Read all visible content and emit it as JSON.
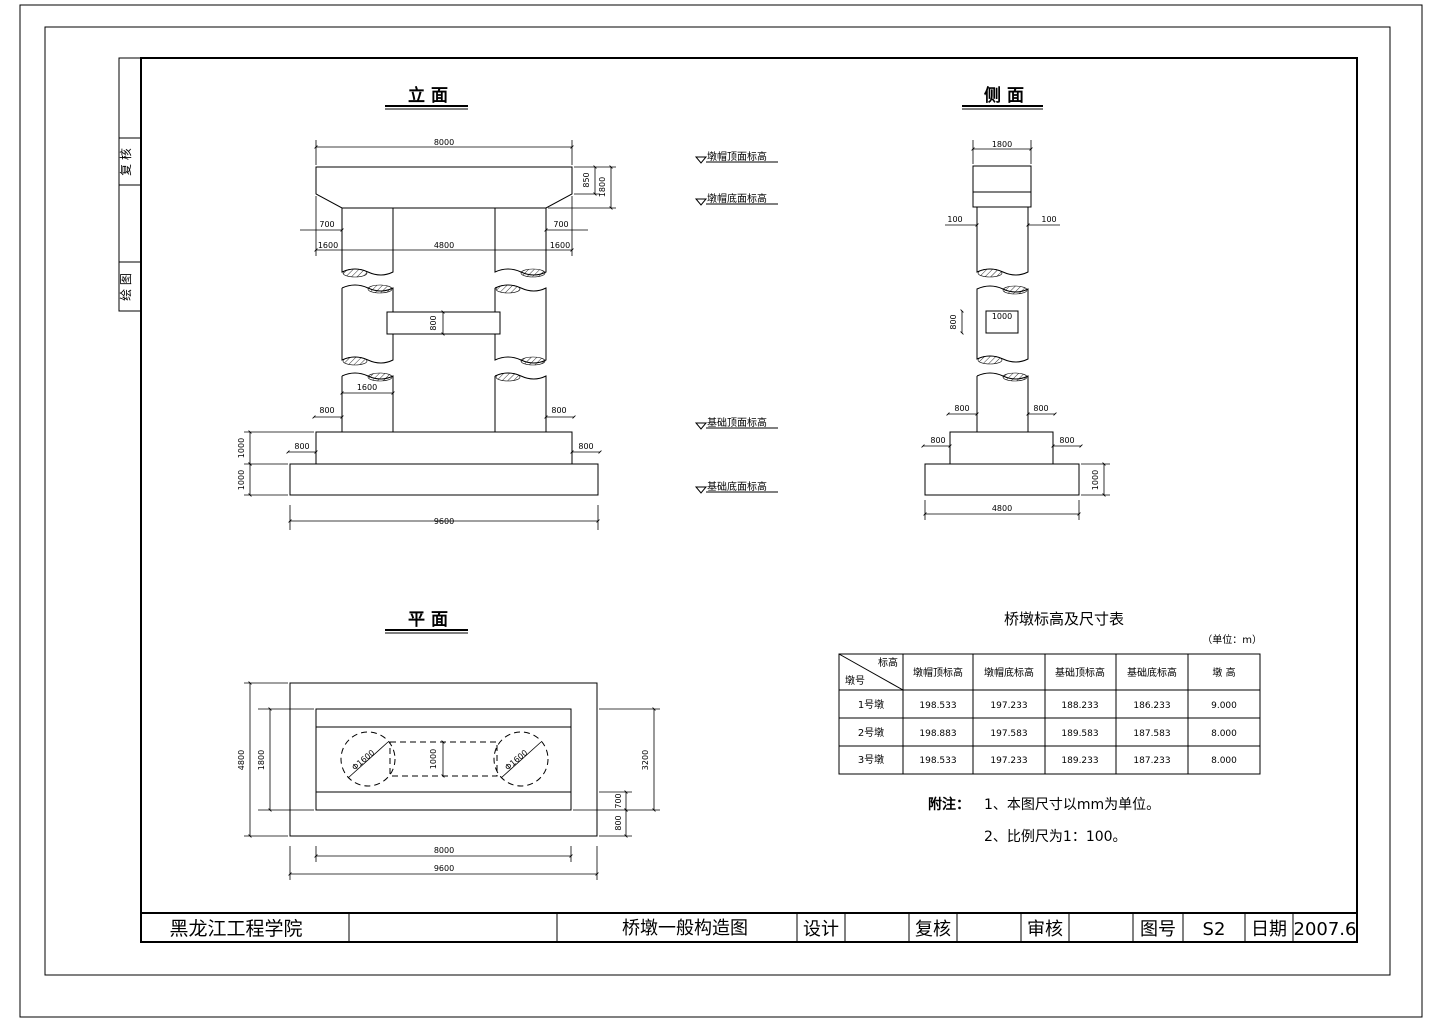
{
  "views": {
    "elevation": "立  面",
    "side": "侧  面",
    "plan": "平  面"
  },
  "side_margin": {
    "check": "复 核",
    "draw": "绘 图"
  },
  "elevation_labels": {
    "cap_top": "墩帽顶面标高",
    "cap_bottom": "墩帽底面标高",
    "found_top": "基础顶面标高",
    "found_bottom": "基础底面标高"
  },
  "elevation_dims": {
    "cap_width": "8000",
    "cap_depth": "850",
    "cap_height": "1800",
    "overhang": "700",
    "side_offset_left": "1600",
    "column_spacing": "4800",
    "side_offset_right": "1600",
    "tie_beam_height": "800",
    "column_width": "1600",
    "footing_step_left": "800",
    "footing_step_right": "800",
    "base_step_left": "800",
    "base_step_right": "800",
    "footing_height_upper": "1000",
    "footing_height_lower": "1000",
    "base_width": "9600"
  },
  "side_dims": {
    "cap_width": "1800",
    "offset_left": "100",
    "offset_right": "100",
    "beam_height": "800",
    "beam_width": "1000",
    "footing_step_left": "800",
    "footing_step_right": "800",
    "base_step_left": "800",
    "base_step_right": "800",
    "base_height": "1000",
    "base_width": "4800"
  },
  "plan_dims": {
    "total_depth": "4800",
    "footing_depth": "1800",
    "right_depth": "3200",
    "step_1": "700",
    "step_2": "800",
    "beam_width": "1000",
    "column_dia_left": "Φ1600",
    "column_dia_right": "Φ1600",
    "inner_width": "8000",
    "outer_width": "9600"
  },
  "table": {
    "title": "桥墩标高及尺寸表",
    "unit": "（单位：m）",
    "corner_top": "标高",
    "corner_bottom": "墩号",
    "headers": [
      "墩帽顶标高",
      "墩帽底标高",
      "基础顶标高",
      "基础底标高",
      "墩  高"
    ],
    "rows": [
      {
        "id": "1号墩",
        "values": [
          "198.533",
          "197.233",
          "188.233",
          "186.233",
          "9.000"
        ]
      },
      {
        "id": "2号墩",
        "values": [
          "198.883",
          "197.583",
          "189.583",
          "187.583",
          "8.000"
        ]
      },
      {
        "id": "3号墩",
        "values": [
          "198.533",
          "197.233",
          "189.233",
          "187.233",
          "8.000"
        ]
      }
    ]
  },
  "notes": {
    "label": "附注：",
    "items": [
      "1、本图尺寸以mm为单位。",
      "2、比例尺为1：100。"
    ]
  },
  "title_block": {
    "school": "黑龙江工程学院",
    "drawing_title": "桥墩一般构造图",
    "design_label": "设计",
    "check_label": "复核",
    "review_label": "审核",
    "drawing_no_label": "图号",
    "drawing_no": "S2",
    "date_label": "日期",
    "date": "2007.6"
  }
}
